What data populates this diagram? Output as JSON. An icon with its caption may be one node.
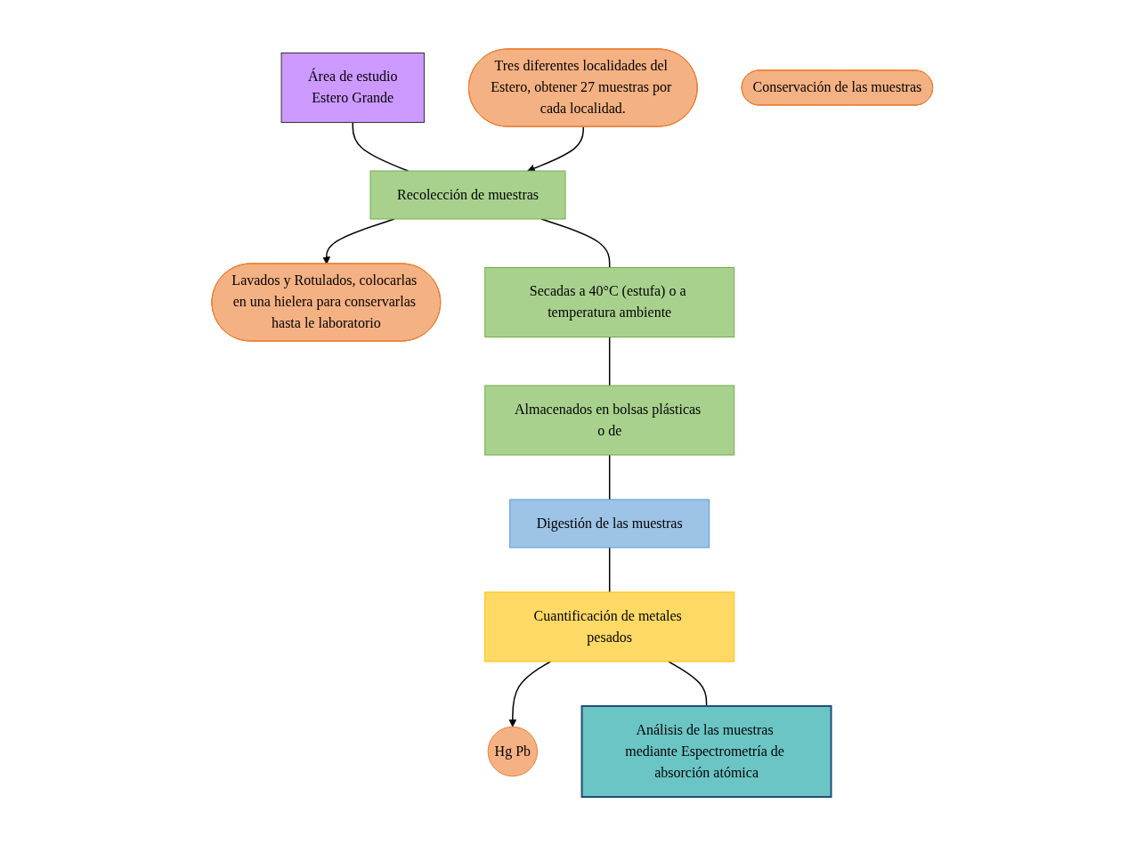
{
  "diagram": {
    "nodes": [
      {
        "text": [
          "Área de estudio",
          "Estero Grande"
        ]
      },
      {
        "text": [
          "Tres diferentes localidades del Estero, obtener 27 muestras por cada localidad."
        ]
      },
      {
        "text": [
          "Recolección de muestras"
        ]
      },
      {
        "text": [
          "Lavados y Rotulados, colocarlas en una hielera para conservarlas hasta le laboratorio"
        ]
      },
      {
        "text": [
          "Secadas a 40°C (estufa) o a temperatura ambiente"
        ]
      },
      {
        "text": [
          "Almacenados en bolsas plásticas o de"
        ]
      },
      {
        "text": [
          "Conservación de las muestras"
        ]
      },
      {
        "text": [
          "Digestión de las muestras"
        ]
      },
      {
        "text": [
          "Cuantificación de metales pesados"
        ]
      },
      {
        "text": [
          "Hg Pb"
        ]
      },
      {
        "text": [
          "Análisis de las muestras mediante Espectrometría de absorción atómica"
        ]
      }
    ],
    "edges": [
      {
        "from": 0,
        "to": 2,
        "arrow": "none"
      },
      {
        "from": 1,
        "to": 2,
        "arrow": "to"
      },
      {
        "from": 2,
        "to": 3,
        "arrow": "to"
      },
      {
        "from": 2,
        "to": 4,
        "arrow": "none"
      },
      {
        "from": 4,
        "to": 5,
        "arrow": "none"
      },
      {
        "from": 5,
        "to": 7,
        "arrow": "none"
      },
      {
        "from": 7,
        "to": 8,
        "arrow": "none"
      },
      {
        "from": 8,
        "to": 9,
        "arrow": "to"
      },
      {
        "from": 8,
        "to": 10,
        "arrow": "none"
      }
    ]
  }
}
